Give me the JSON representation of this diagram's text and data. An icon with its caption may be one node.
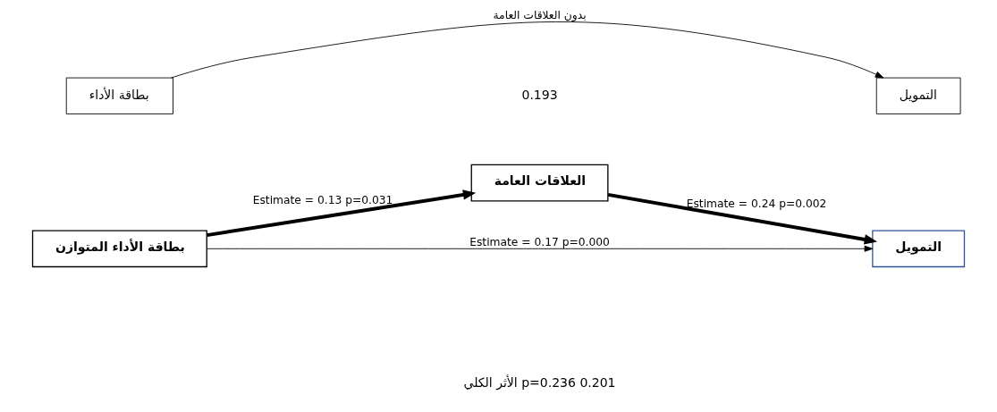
{
  "diagram": {
    "nodes": [
      {
        "text": [
          "بطاقة الأداء"
        ]
      },
      {
        "text": [
          "التمويل"
        ]
      },
      {
        "text": [
          "العلاقات العامة"
        ]
      },
      {
        "text": [
          "بطاقة الأداء المتوازن"
        ]
      },
      {
        "text": [
          "التمويل"
        ]
      }
    ],
    "edges": [
      {
        "from": 0,
        "to": 1,
        "arrow": "to",
        "label": "بدون العلاقات العامة"
      },
      {
        "from": 3,
        "to": 2,
        "arrow": "to",
        "label": "Estimate = 0.13 p=0.031",
        "style": "thick"
      },
      {
        "from": 2,
        "to": 4,
        "arrow": "to",
        "label": "Estimate = 0.24 p=0.002",
        "style": "thick"
      },
      {
        "from": 3,
        "to": 4,
        "arrow": "to",
        "label": "Estimate = 0.17 p=0.000"
      }
    ],
    "labels": [
      "0.193",
      "الأثر الكلي p=0.236 0.201"
    ]
  }
}
